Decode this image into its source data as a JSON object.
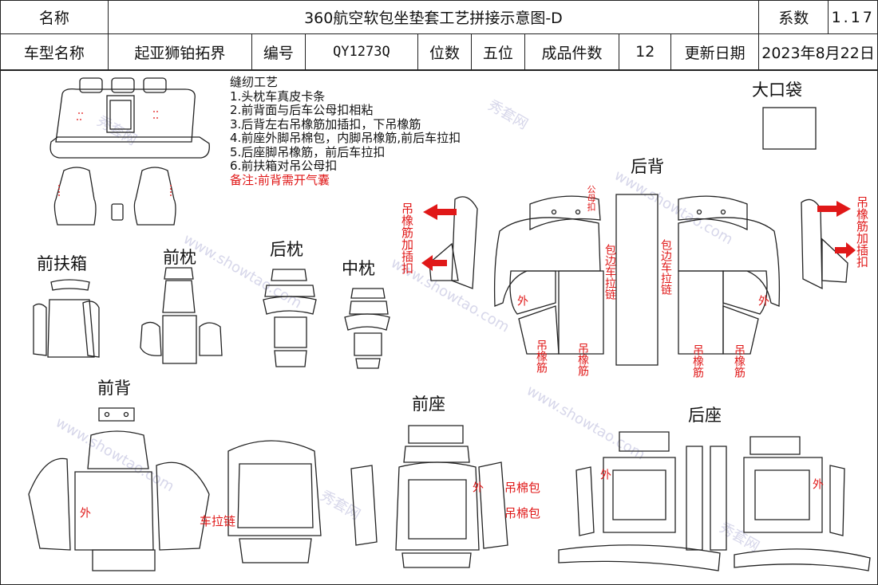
{
  "header": {
    "name_label": "名称",
    "title": "360航空软包坐垫套工艺拼接示意图-D",
    "coef_label": "系数",
    "coef_value": "1.17",
    "model_label": "车型名称",
    "model_value": "起亚狮铂拓界",
    "code_label": "编号",
    "code_value": "QY1273Q",
    "seats_label": "位数",
    "seats_value": "五位",
    "pieces_label": "成品件数",
    "pieces_value": "12",
    "date_label": "更新日期",
    "date_value": "2023年8月22日"
  },
  "notes": {
    "heading": "缝纫工艺",
    "items": [
      "1.头枕车真皮卡条",
      "2.前背面与后车公母扣相粘",
      "3.后背左右吊橡筋加插扣，下吊橡筋",
      "4.前座外脚吊棉包，内脚吊橡筋,前后车拉扣",
      "5.后座脚吊橡筋，前后车拉扣",
      "6.前扶箱对吊公母扣"
    ],
    "remark": "备注:前背需开气囊"
  },
  "sections": {
    "bag": "大口袋",
    "rear_back": "后背",
    "front_armrest": "前扶箱",
    "front_pillow": "前枕",
    "rear_pillow": "后枕",
    "mid_pillow": "中枕",
    "front_back": "前背",
    "front_seat": "前座",
    "rear_seat": "后座"
  },
  "annotations": {
    "hang_elastic_buckle": "吊橡筋加插扣",
    "male_buckle": "公母扣",
    "edge_zipper": "包边车拉链",
    "outer": "外",
    "hang_elastic": "吊橡筋",
    "car_zipper": "车拉链",
    "hang_cotton": "吊棉包"
  },
  "watermark": {
    "text_a": "秀套网",
    "text_b": "www.showtao.com"
  },
  "colors": {
    "annotation_red": "#e01818",
    "line": "#222222",
    "watermark": "#d7d7ea"
  }
}
